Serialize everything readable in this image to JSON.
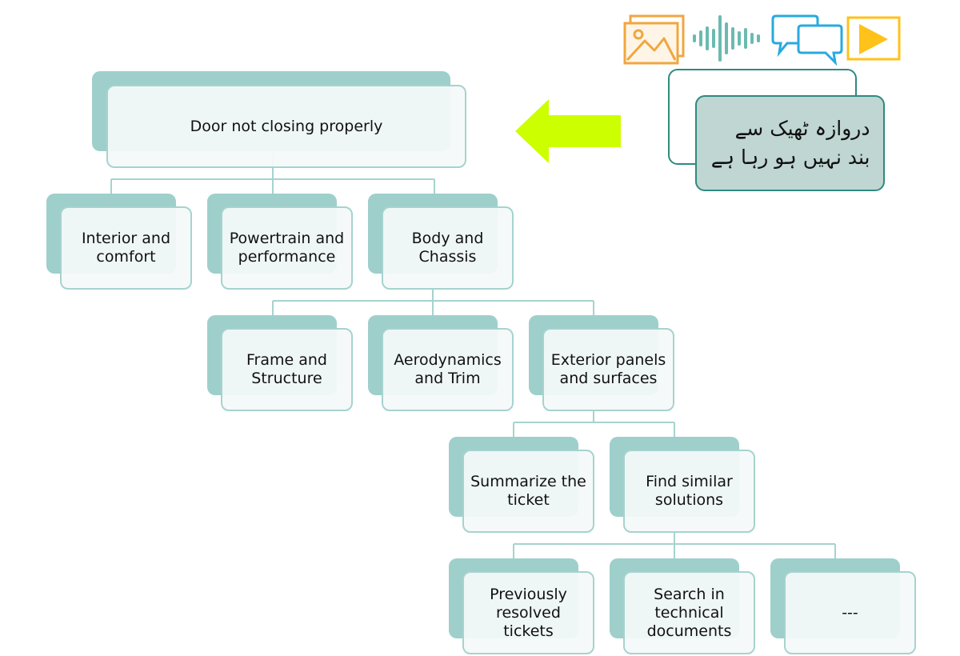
{
  "root": {
    "label": "Door not closing properly"
  },
  "level1": [
    {
      "id": "interior",
      "label": "Interior and comfort"
    },
    {
      "id": "powertrain",
      "label": "Powertrain and performance"
    },
    {
      "id": "body",
      "label": "Body and Chassis"
    }
  ],
  "level2": [
    {
      "id": "frame",
      "label": "Frame and Structure"
    },
    {
      "id": "aero",
      "label": "Aerodynamics and Trim"
    },
    {
      "id": "exterior",
      "label": "Exterior panels and surfaces"
    }
  ],
  "level3": [
    {
      "id": "summarize",
      "label": "Summarize the ticket"
    },
    {
      "id": "similar",
      "label": "Find similar solutions"
    }
  ],
  "level4": [
    {
      "id": "resolved",
      "label": "Previously resolved tickets"
    },
    {
      "id": "search",
      "label": "Search in technical documents"
    },
    {
      "id": "more",
      "label": "---"
    }
  ],
  "query": {
    "text": "دروازہ ٹھیک سے بند نہیں ہو رہا ہے"
  },
  "icons": [
    "image-icon",
    "audio-waveform-icon",
    "chat-bubbles-icon",
    "video-play-icon"
  ],
  "colors": {
    "node_shadow": "#9ecfcb",
    "node_border": "#a6d3cf",
    "connector": "#a6d3cf",
    "arrow": "#ccff00",
    "query_border": "#2f8a80",
    "query_fill": "#bfd6d2",
    "image_icon": "#f0a640",
    "waveform_icon": "#6bbab0",
    "chat_icon": "#29a9e0",
    "video_icon": "#ffc21a"
  }
}
